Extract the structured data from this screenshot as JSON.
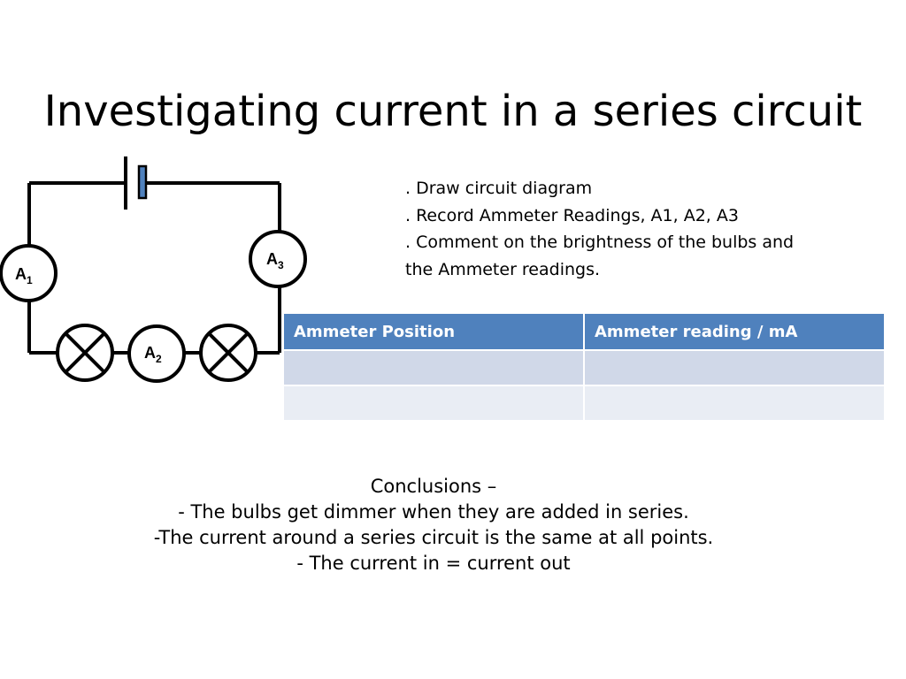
{
  "slide": {
    "title": "Investigating current in a series circuit"
  },
  "circuit": {
    "ammeters": [
      {
        "letter": "A",
        "index": "1"
      },
      {
        "letter": "A",
        "index": "2"
      },
      {
        "letter": "A",
        "index": "3"
      }
    ],
    "components": [
      "cell",
      "ammeter",
      "ammeter",
      "ammeter",
      "lamp",
      "lamp"
    ]
  },
  "instructions": [
    ". Draw circuit diagram",
    ". Record Ammeter Readings, A1, A2, A3",
    ". Comment on the brightness of the bulbs and",
    "the Ammeter readings."
  ],
  "table": {
    "headers": [
      "Ammeter Position",
      "Ammeter reading / mA"
    ],
    "rows": [
      [
        "",
        ""
      ],
      [
        "",
        ""
      ]
    ]
  },
  "conclusions": [
    "Conclusions –",
    "- The bulbs get dimmer when they are added in series.",
    "-The current around a series circuit is the same at all points.",
    "- The current in = current out"
  ],
  "colors": {
    "header_fill": "#4f81bd",
    "row_fill_odd": "#d0d8e8",
    "row_fill_even": "#e9edf4",
    "cell_fill": "#4f81bd"
  }
}
